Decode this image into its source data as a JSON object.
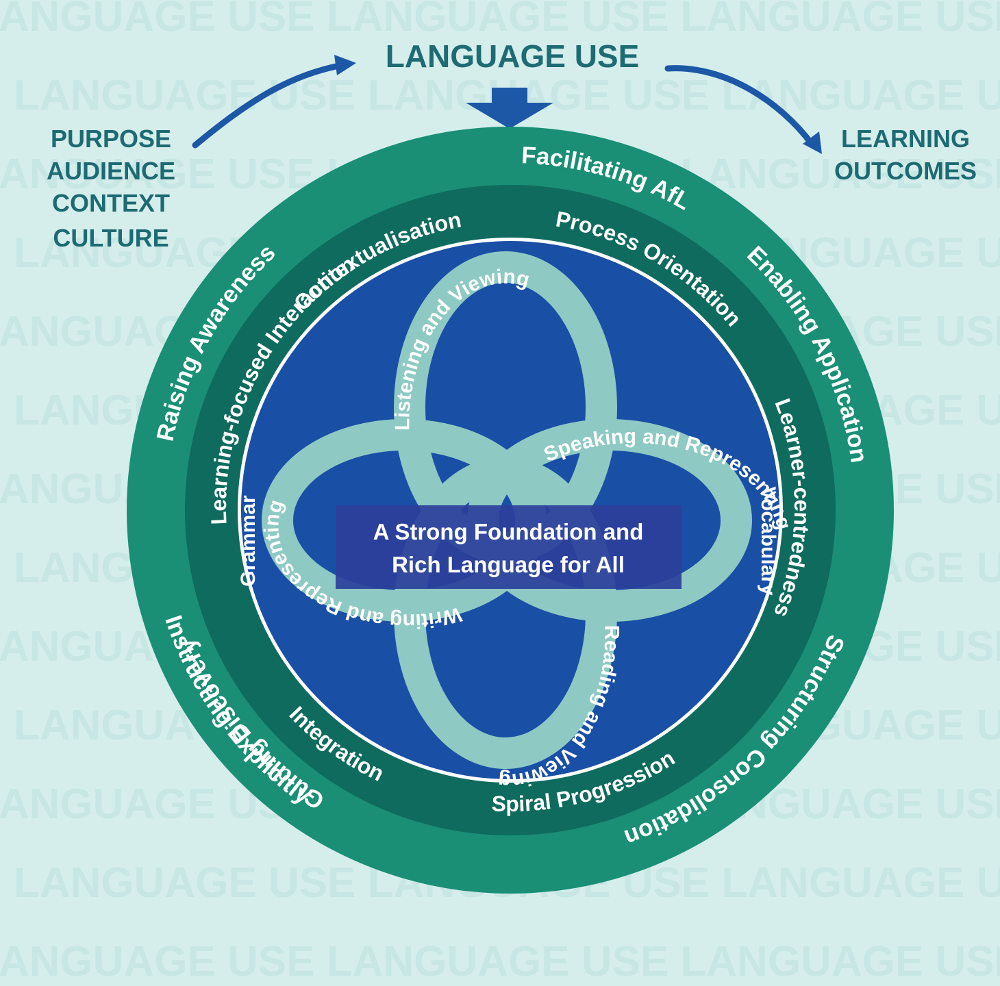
{
  "background_word": "LANGUAGE USE",
  "header": {
    "title": "LANGUAGE USE"
  },
  "left_terms": [
    "PURPOSE",
    "AUDIENCE",
    "CONTEXT",
    "CULTURE"
  ],
  "right_terms": [
    "LEARNING",
    "OUTCOMES"
  ],
  "outer_ring": [
    "Facilitating AfL",
    "Enabling Application",
    "Structuring Consolidation",
    "Instructing Explicitly",
    "Guiding Discovery",
    "Raising Awareness"
  ],
  "middle_ring": [
    "Contextualisation",
    "Process Orientation",
    "Learner-centredness",
    "Spiral Progression",
    "Integration",
    "Learning-focused Interaction"
  ],
  "inner_labels": {
    "left": "Grammar",
    "right": "Vocabulary"
  },
  "loops": {
    "top": "Listening and Viewing",
    "right": "Speaking and Representing",
    "bottom": "Reading and Viewing",
    "left": "Writing and Representing"
  },
  "center": {
    "line1": "A Strong Foundation and",
    "line2": "Rich Language for All"
  },
  "colors": {
    "background": "#d5eeec",
    "background_text": "#c7e6e4",
    "outer_ring": "#1a8f76",
    "middle_ring": "#0f6b5e",
    "inner_disc": "#1a4fa6",
    "loops": "#8ec9c4",
    "arrows": "#1c58a6",
    "heading_text": "#1e6b73"
  }
}
